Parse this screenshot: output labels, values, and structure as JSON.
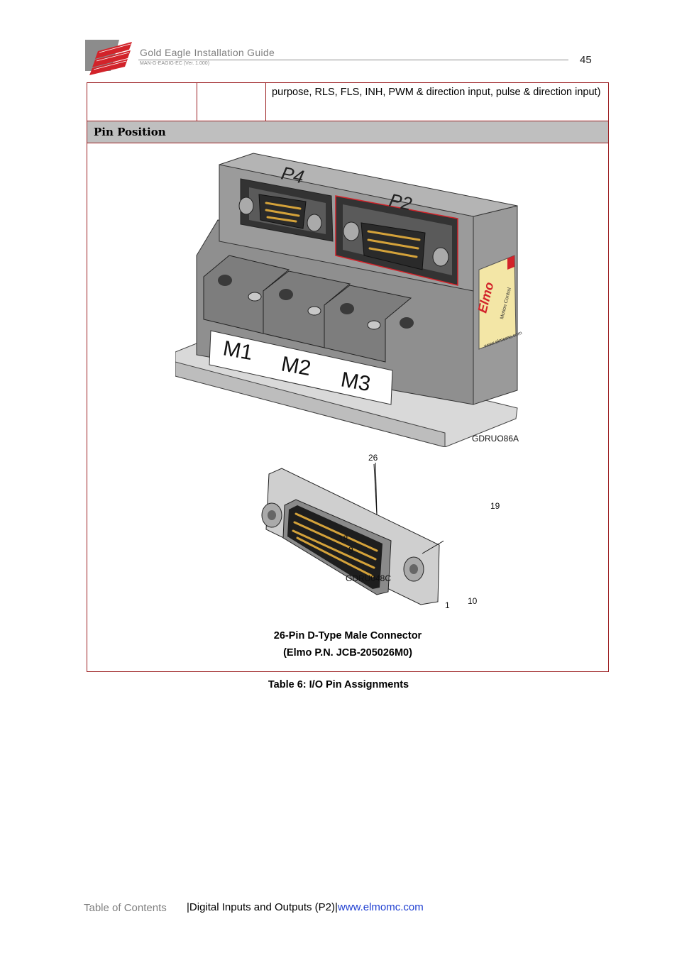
{
  "header": {
    "title": "Gold Eagle Installation Guide",
    "doc_id": "MAN-G-EAGIG-EC (Ver. 1.000)",
    "page_number": "45"
  },
  "table": {
    "continued_text": "purpose, RLS, FLS, INH, PWM & direction input, pulse & direction input)",
    "section_header": "Pin Position"
  },
  "figure_top": {
    "labels": {
      "p4": "P4",
      "p2": "P2",
      "m1": "M1",
      "m2": "M2",
      "m3": "M3",
      "brand": "Elmo",
      "brand_tag": "Motion Control",
      "website": "www.elmomc.com",
      "code": "GDRUO86A"
    }
  },
  "figure_bottom": {
    "pins": {
      "p26": "26",
      "p19": "19",
      "p18": "18",
      "p9": "9",
      "p1": "1",
      "p10": "10"
    },
    "code": "GDRU048C"
  },
  "caption": {
    "line1": "26-Pin D-Type Male Connector",
    "line2": "(Elmo P.N. JCB-205026M0)"
  },
  "table_caption": "Table 6: I/O Pin Assignments",
  "footer": {
    "toc": "Table of Contents",
    "separator_left": "|",
    "section": "Digital Inputs and Outputs (P2)",
    "separator_right": "|",
    "url": "www.elmomc.com"
  },
  "colors": {
    "border": "#9c1f22",
    "logo_red": "#d2232a",
    "url_blue": "#1f3fd1",
    "header_grey": "#bfbfbf"
  }
}
